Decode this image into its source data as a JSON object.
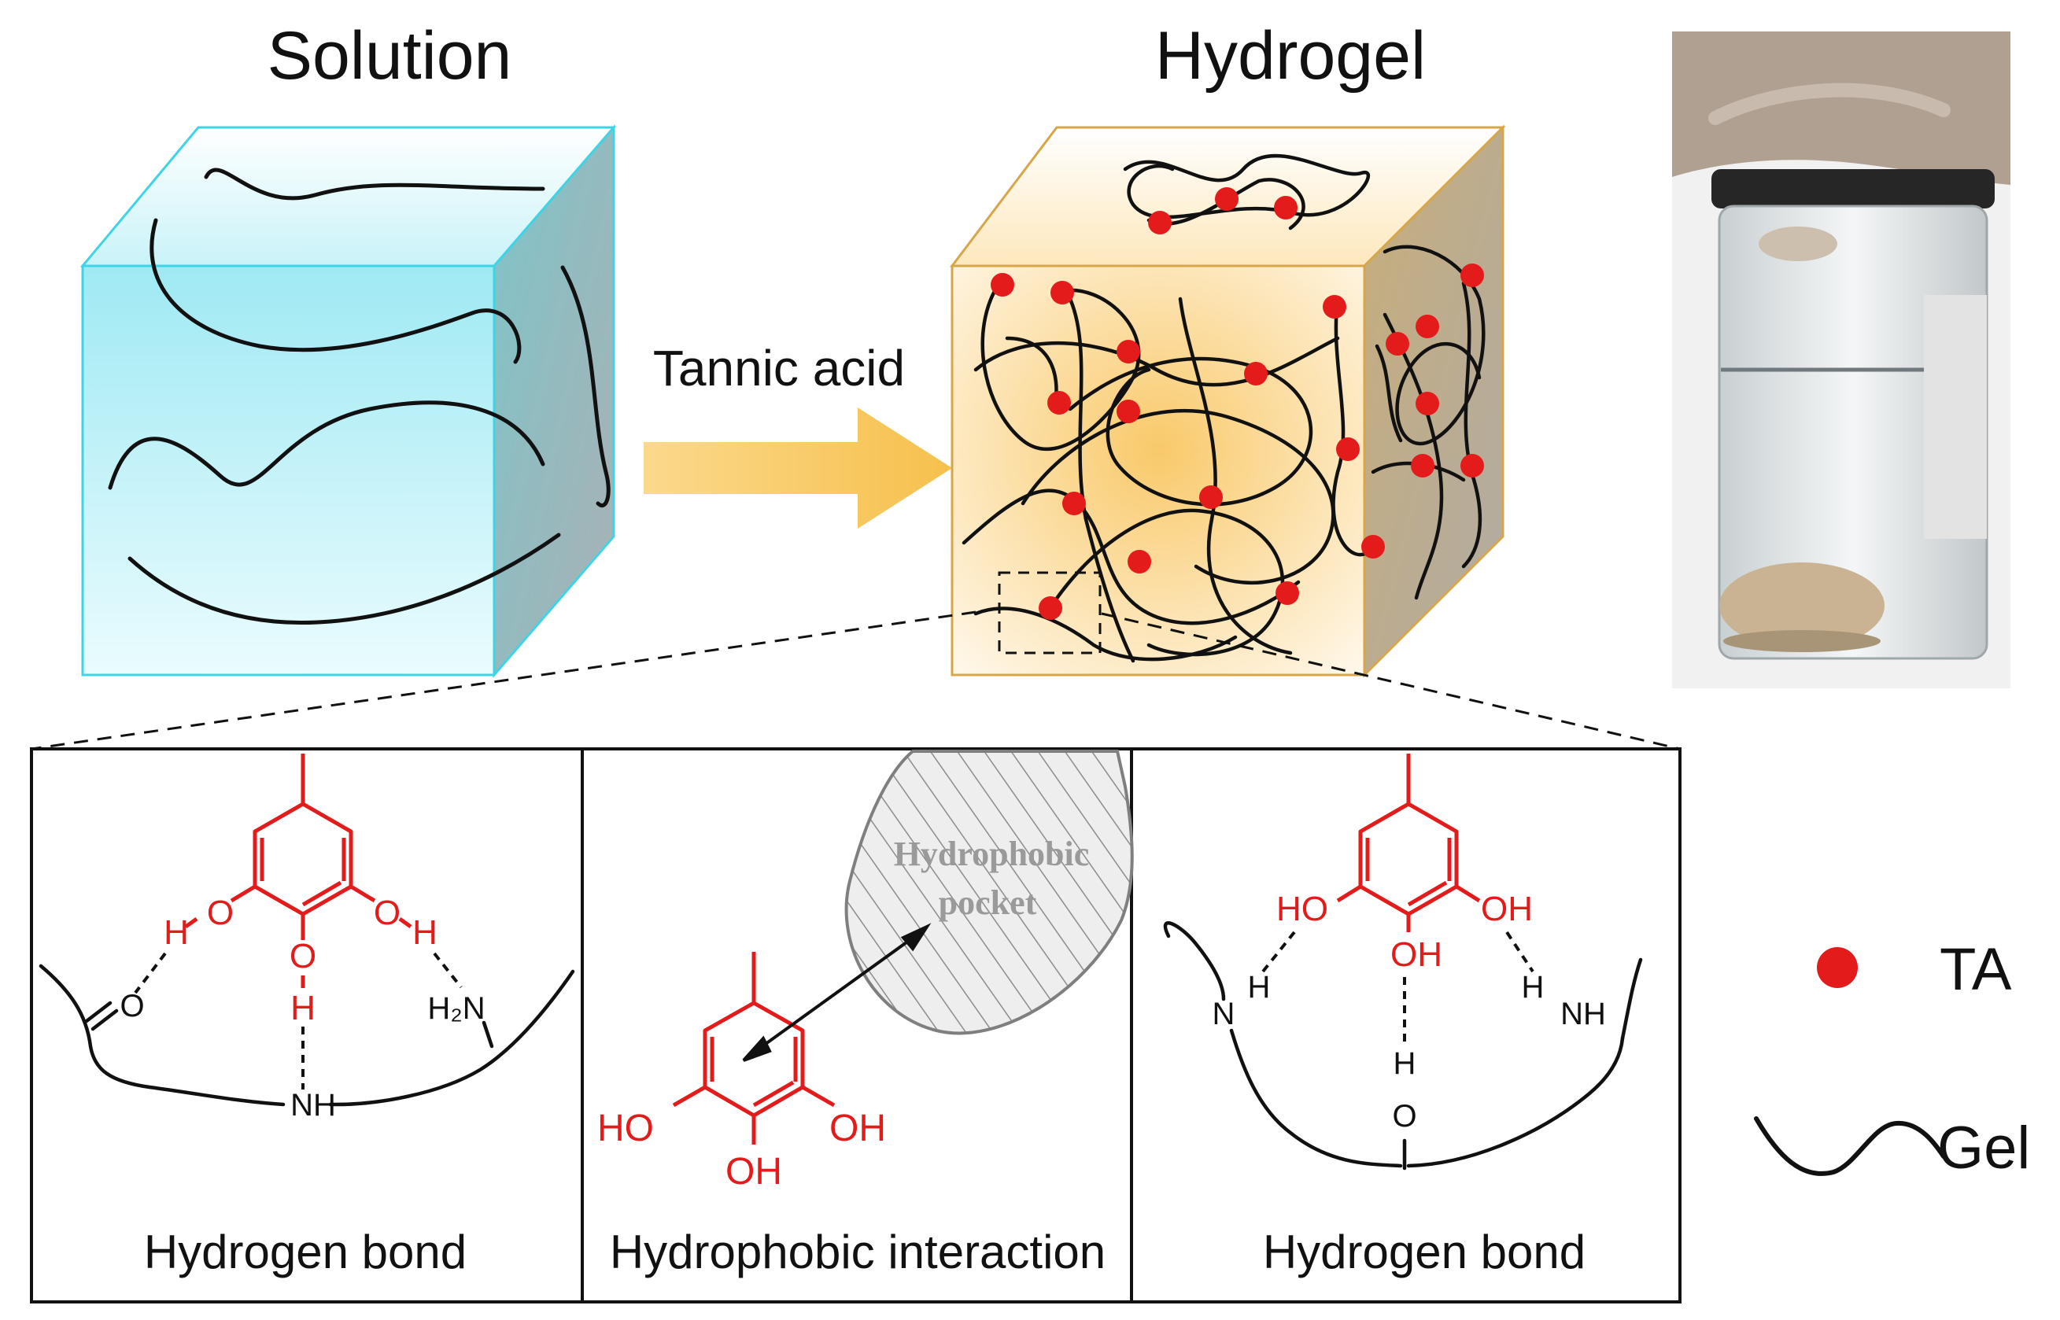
{
  "titles": {
    "solution": "Solution",
    "hydrogel": "Hydrogel"
  },
  "arrow_label": "Tannic acid",
  "panels": {
    "left": {
      "caption": "Hydrogen bond",
      "atoms": {
        "o1": "O",
        "o2": "O",
        "o3": "O",
        "h1": "H",
        "h2": "H",
        "h3": "H",
        "o_carbonyl": "O",
        "h2n": "H₂N",
        "nh": "NH"
      }
    },
    "middle": {
      "caption": "Hydrophobic interaction",
      "pocket_line1": "Hydrophobic",
      "pocket_line2": "pocket",
      "atoms": {
        "ho": "HO",
        "oh_right": "OH",
        "oh_bottom": "OH"
      }
    },
    "right": {
      "caption": "Hydrogen bond",
      "atoms": {
        "ho": "HO",
        "oh_right": "OH",
        "oh_mid": "OH",
        "n_left": "N",
        "h_left": "H",
        "h_right": "H",
        "nh_right": "NH",
        "h_lower": "H",
        "o_lower": "O"
      }
    }
  },
  "legend": {
    "ta": "TA",
    "gel": "Gel"
  },
  "colors": {
    "ta_red": "#e31b1b",
    "solution_cube": "#c8f2f8",
    "solution_edge": "#3fd3e6",
    "hydrogel_cube": "#fbe2ad",
    "hydrogel_edge": "#d7a54a",
    "arrow": "#f5c452"
  }
}
